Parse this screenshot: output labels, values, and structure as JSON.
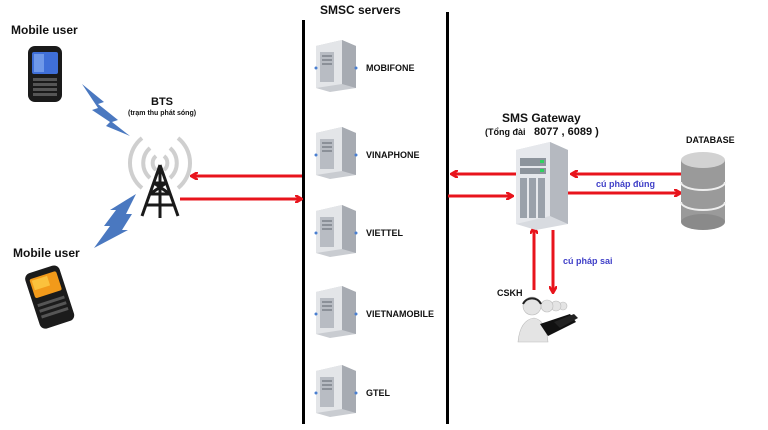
{
  "title_smsc": "SMSC servers",
  "mobile_users": [
    {
      "label": "Mobile user",
      "icon": "smartphone-icon"
    },
    {
      "label": "Mobile user",
      "icon": "smartphone-icon"
    }
  ],
  "bts": {
    "label": "BTS",
    "sublabel": "(trạm thu phát sóng)",
    "icon": "cell-tower-icon"
  },
  "smsc_servers": [
    {
      "label": "MOBIFONE",
      "icon": "server-icon"
    },
    {
      "label": "VINAPHONE",
      "icon": "server-icon"
    },
    {
      "label": "VIETTEL",
      "icon": "server-icon"
    },
    {
      "label": "VIETNAMOBILE",
      "icon": "server-icon"
    },
    {
      "label": "GTEL",
      "icon": "server-icon"
    }
  ],
  "gateway": {
    "label": "SMS Gateway",
    "sublabel_prefix": "(Tổng đài",
    "sublabel_numbers": "8077 , 6089  )",
    "icon": "server-icon"
  },
  "database": {
    "label": "DATABASE",
    "icon": "database-icon"
  },
  "cskh": {
    "label": "CSKH",
    "icon": "call-center-icon"
  },
  "edge_labels": {
    "correct_syntax": "cú pháp đúng",
    "wrong_syntax": "cú pháp sai"
  },
  "colors": {
    "arrow": "#e8141c",
    "lightning": "#4a78c0",
    "text_blue": "#4040c8",
    "line": "#000000"
  }
}
